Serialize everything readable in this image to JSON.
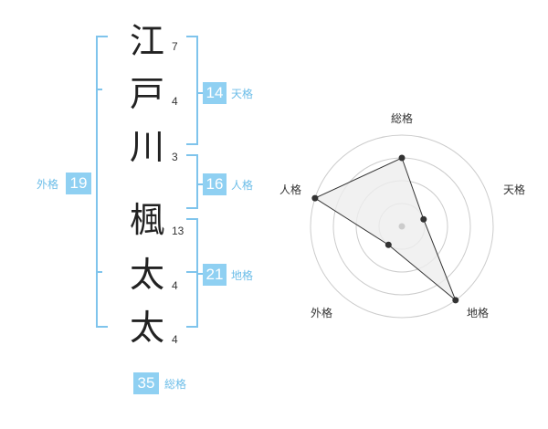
{
  "name_chars": [
    {
      "char": "江",
      "strokes": "7"
    },
    {
      "char": "戸",
      "strokes": "4"
    },
    {
      "char": "川",
      "strokes": "3"
    },
    {
      "char": "楓",
      "strokes": "13"
    },
    {
      "char": "太",
      "strokes": "4"
    },
    {
      "char": "太",
      "strokes": "4"
    }
  ],
  "kaku": {
    "tenkaku": {
      "label": "天格",
      "value": "14"
    },
    "jinkaku": {
      "label": "人格",
      "value": "16"
    },
    "chikaku": {
      "label": "地格",
      "value": "21"
    },
    "gaikaku": {
      "label": "外格",
      "value": "19"
    },
    "soukaku": {
      "label": "総格",
      "value": "35"
    }
  },
  "radar": {
    "axes": [
      "総格",
      "天格",
      "地格",
      "外格",
      "人格"
    ],
    "levels": [
      0.75,
      0.25,
      1.0,
      0.25,
      1.0
    ],
    "colors": {
      "grid": "#cccccc",
      "fill": "#eeeeee",
      "line": "#333333",
      "point": "#333333",
      "center": "#cccccc"
    }
  },
  "colors": {
    "accent": "#8fd0f2",
    "accent_text": "#6cbde8",
    "bracket": "#7fc4ec"
  }
}
